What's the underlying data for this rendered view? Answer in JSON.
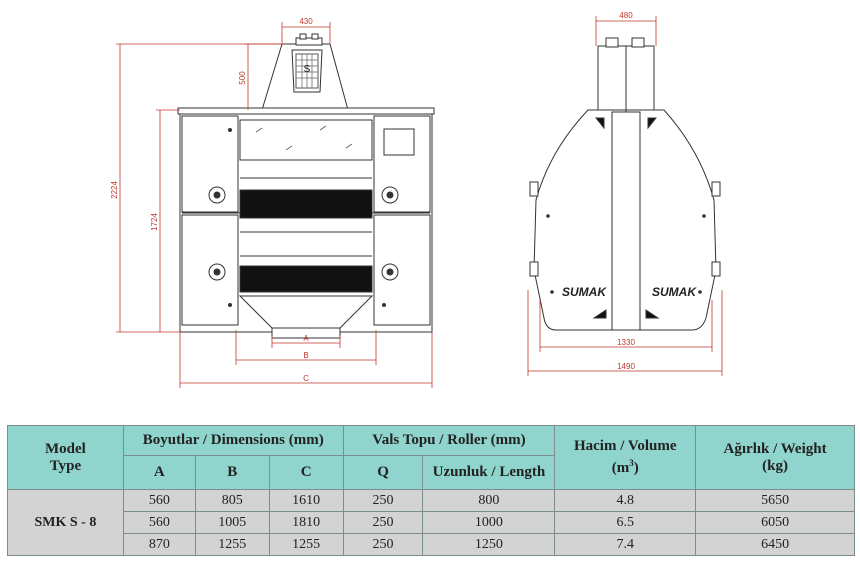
{
  "front_view": {
    "dim_top_width": "430",
    "dim_hopper_height": "500",
    "dim_total_height": "2224",
    "dim_body_height": "1724",
    "dim_a": "A",
    "dim_b": "B",
    "dim_c": "C",
    "hopper_logo": "S"
  },
  "side_view": {
    "dim_top_width": "480",
    "dim_width_inner": "1330",
    "dim_width_outer": "1490",
    "brand_left": "SUMAK",
    "brand_right": "SUMAK"
  },
  "table": {
    "headers": {
      "model_line1": "Model",
      "model_line2": "Type",
      "dimensions": "Boyutlar / Dimensions (mm)",
      "roller": "Vals Topu / Roller (mm)",
      "volume_line1": "Hacim / Volume",
      "volume_line2": "(m",
      "volume_sup": "3",
      "volume_close": ")",
      "weight_line1": "Ağırlık / Weight",
      "weight_line2": "(kg)",
      "a": "A",
      "b": "B",
      "c": "C",
      "q": "Q",
      "length": "Uzunluk / Length"
    },
    "model": "SMK S - 8",
    "rows": [
      {
        "a": "560",
        "b": "805",
        "c": "1610",
        "q": "250",
        "length": "800",
        "volume": "4.8",
        "weight": "5650"
      },
      {
        "a": "560",
        "b": "1005",
        "c": "1810",
        "q": "250",
        "length": "1000",
        "volume": "6.5",
        "weight": "6050"
      },
      {
        "a": "870",
        "b": "1255",
        "c": "1255",
        "q": "250",
        "length": "1250",
        "volume": "7.4",
        "weight": "6450"
      }
    ]
  }
}
